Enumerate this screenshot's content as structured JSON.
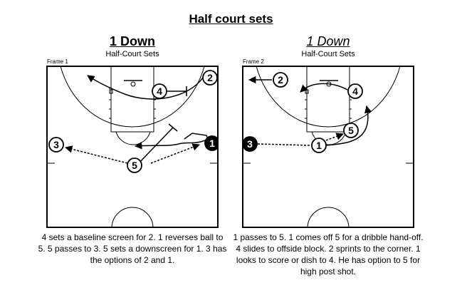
{
  "page": {
    "title": "Half court sets"
  },
  "frames": [
    {
      "title": "1 Down",
      "subtitle": "Half-Court Sets",
      "label": "Frame 1",
      "caption": "4 sets a baseline screen for 2.  1 reverses ball to 5. 5 passes to 3.  5 sets a downscreen for 1. 3 has the options of 2 and 1.",
      "players": [
        "1",
        "2",
        "3",
        "4",
        "5"
      ]
    },
    {
      "title": "1 Down",
      "subtitle": "Half-Court Sets",
      "label": "Frame 2",
      "caption": "1 passes to 5. 1 comes off 5 for a dribble hand-off.  4 slides to offside block. 2 sprints to the corner.  1 looks to score or dish to 4.  He has option to 5 for high post shot.",
      "players": [
        "1",
        "2",
        "3",
        "4",
        "5"
      ]
    }
  ]
}
